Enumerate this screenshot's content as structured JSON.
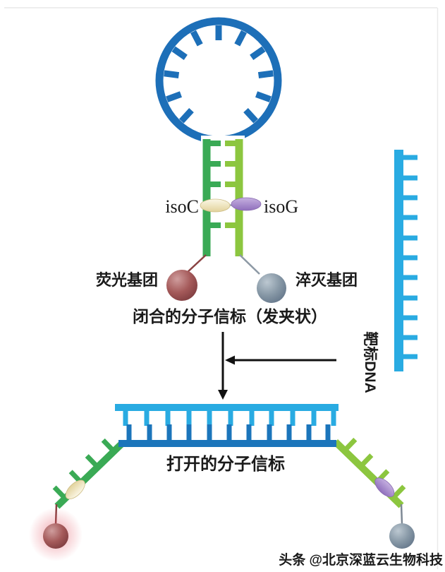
{
  "labels": {
    "iso_c": "isoC",
    "iso_g": "isoG",
    "fluorophore": "荧光基团",
    "quencher": "淬灭基团",
    "closed_caption": "闭合的分子信标（发夹状）",
    "target_dna": "靶标DNA",
    "open_caption": "打开的分子信标",
    "watermark": "头条 @北京深蓝云生物科技"
  },
  "colors": {
    "loop_blue": "#1d6fb8",
    "target_cyan": "#29abe2",
    "open_duplex_blue": "#1b75bb",
    "stem_green_dark": "#3aaa55",
    "stem_green_light": "#8cc63f",
    "fluorophore_red": "#a45959",
    "quencher_gray": "#8798a6",
    "isoc_cream": "#f1e7c4",
    "isog_purple": "#a989cd",
    "arrow_black": "#111111",
    "watermark_gray": "#9d9d9d"
  }
}
